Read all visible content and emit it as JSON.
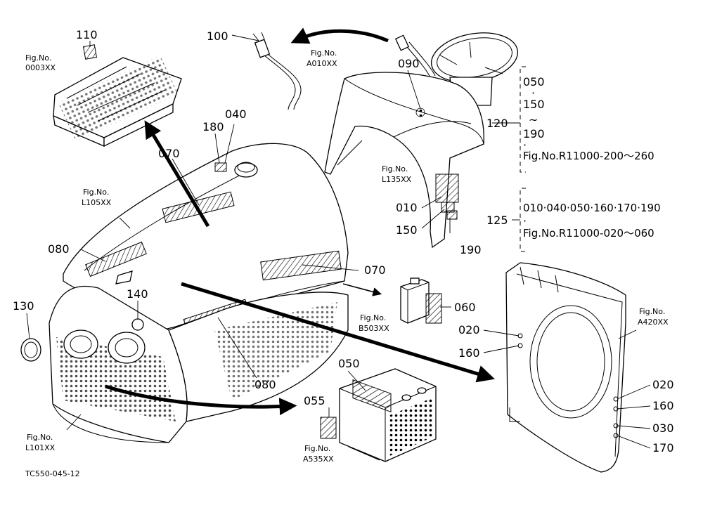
{
  "part_numbers": {
    "p110": "110",
    "p100": "100",
    "p090": "090",
    "p040": "040",
    "p180": "180",
    "p070a": "070",
    "p050a": "050",
    "p150a": "150",
    "p190a": "190",
    "p120": "120",
    "p010": "010",
    "p150b": "150",
    "p190b": "190",
    "p125": "125",
    "p080a": "080",
    "p070b": "070",
    "p130": "130",
    "p140": "140",
    "p060": "060",
    "p020a": "020",
    "p160a": "160",
    "p080b": "080",
    "p050b": "050",
    "p055": "055",
    "p020b": "020",
    "p160b": "160",
    "p030": "030",
    "p170": "170"
  },
  "range_notes": {
    "dot": "·",
    "tilde": "~",
    "group_125_list": "010·040·050·160·170·190",
    "fig_r11000_200_260": "Fig.No.R11000-200～260",
    "fig_r11000_020_060": "Fig.No.R11000-020～060"
  },
  "fig_refs": {
    "engine_label": "Fig.No.",
    "engine_code": "0003XX",
    "harness_label": "Fig.No.",
    "harness_code": "A010XX",
    "hood_label": "Fig.No.",
    "hood_code": "L105XX",
    "dash_label": "Fig.No.",
    "dash_code": "L135XX",
    "battery_box_label": "Fig.No.",
    "battery_box_code": "B503XX",
    "radiator_label": "Fig.No.",
    "radiator_code": "A420XX",
    "grille_label": "Fig.No.",
    "grille_code": "L101XX",
    "battery_label": "Fig.No.",
    "battery_code": "A535XX"
  },
  "drawing_code": "TC550-045-12"
}
